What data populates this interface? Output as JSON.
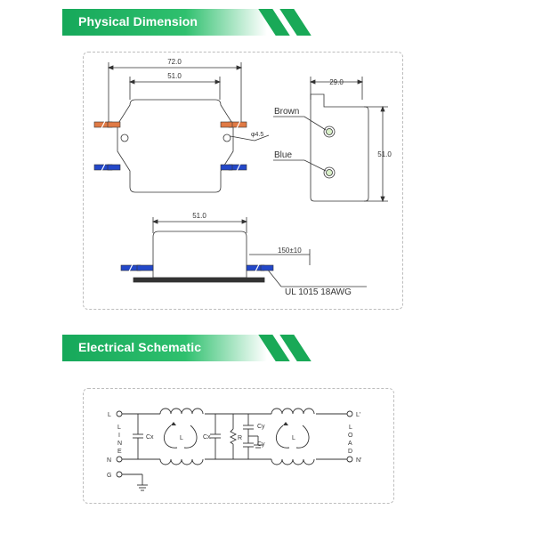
{
  "sections": {
    "physical": {
      "title": "Physical Dimension"
    },
    "electrical": {
      "title": "Electrical Schematic"
    }
  },
  "dimension": {
    "overall_width": "72.0",
    "body_width": "51.0",
    "hole": "φ4.5",
    "side_depth": "29.0",
    "side_height": "51.0",
    "bottom_body_width": "51.0",
    "lead_length": "150±10",
    "wire_spec": "UL 1015  18AWG",
    "wire_brown": "Brown",
    "wire_blue": "Blue"
  },
  "schematic": {
    "in_line": "L",
    "in_neutral": "N",
    "in_ground": "G",
    "line_side": [
      "L",
      "I",
      "N",
      "E"
    ],
    "load_side": [
      "L",
      "O",
      "A",
      "D"
    ],
    "out_line": "L'",
    "out_neutral": "N'",
    "cx1": "Cx",
    "cx2": "Cx",
    "resistor": "R",
    "cy1": "Cy",
    "cy2": "Cy",
    "coil1": "L",
    "coil2": "L"
  },
  "colors": {
    "accent_green": "#19a957",
    "wire_brown": "#e07a45",
    "wire_blue": "#2348c9"
  }
}
